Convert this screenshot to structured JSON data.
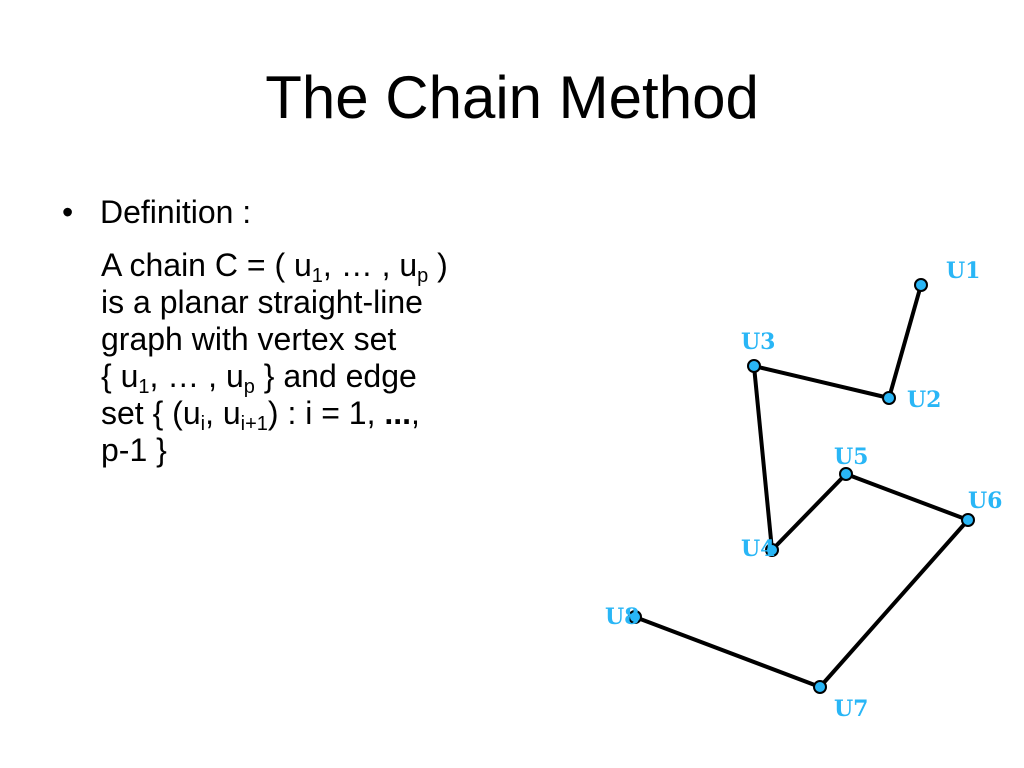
{
  "title": "The Chain Method",
  "bullet": {
    "symbol": "•",
    "label": "Definition :"
  },
  "definition": {
    "line1": {
      "pre": "A chain C = ( u",
      "s1": "1",
      "mid": ", … , u",
      "s2": "p",
      "post": " )"
    },
    "line2": "is a planar straight-line",
    "line3": "graph with vertex set",
    "line4": {
      "pre": "{ u",
      "s1": "1",
      "mid": ", … , u",
      "s2": "p",
      "post": " } and edge"
    },
    "line5": {
      "pre": "set { (u",
      "s1": "i",
      "mid": ", u",
      "s2": "i+1",
      "post": ") : i = 1, ",
      "bold": "...",
      "end": ","
    },
    "line6": "p-1 }"
  },
  "graph": {
    "colors": {
      "vertex": "#29b6f6",
      "label": "#29b6f6",
      "edge": "#000000"
    },
    "vertices": [
      "U1",
      "U2",
      "U3",
      "U4",
      "U5",
      "U6",
      "U7",
      "U8"
    ]
  }
}
